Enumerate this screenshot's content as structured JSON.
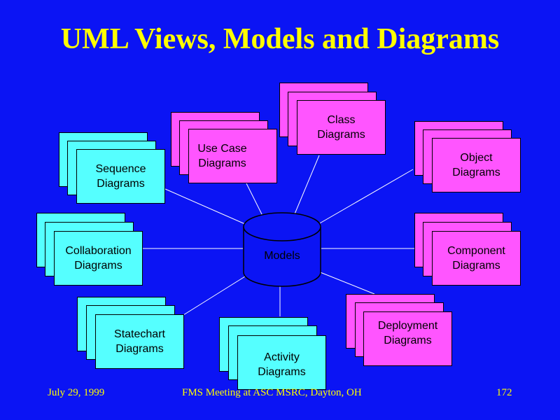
{
  "title": "UML Views, Models and Diagrams",
  "center": {
    "label": "Models"
  },
  "nodes": [
    {
      "id": "class",
      "lines": [
        "Class",
        "Diagrams"
      ],
      "color": "pink"
    },
    {
      "id": "use-case",
      "lines": [
        "Use Case",
        "Diagrams"
      ],
      "color": "pink"
    },
    {
      "id": "sequence",
      "lines": [
        "Sequence",
        "Diagrams"
      ],
      "color": "cyan"
    },
    {
      "id": "object",
      "lines": [
        "Object",
        "Diagrams"
      ],
      "color": "pink"
    },
    {
      "id": "collaboration",
      "lines": [
        "Collaboration",
        "Diagrams"
      ],
      "color": "cyan"
    },
    {
      "id": "component",
      "lines": [
        "Component",
        "Diagrams"
      ],
      "color": "pink"
    },
    {
      "id": "statechart",
      "lines": [
        "Statechart",
        "Diagrams"
      ],
      "color": "cyan"
    },
    {
      "id": "activity",
      "lines": [
        "Activity",
        "Diagrams"
      ],
      "color": "cyan"
    },
    {
      "id": "deployment",
      "lines": [
        "Deployment",
        "Diagrams"
      ],
      "color": "pink"
    }
  ],
  "footer": {
    "date": "July 29,  1999",
    "event": "FMS Meeting at ASC MSRC, Dayton, OH",
    "page": "172"
  },
  "colors": {
    "background": "#0b14f4",
    "title": "#ffff00",
    "cyan": "#55ffff",
    "pink": "#ff55ff"
  }
}
